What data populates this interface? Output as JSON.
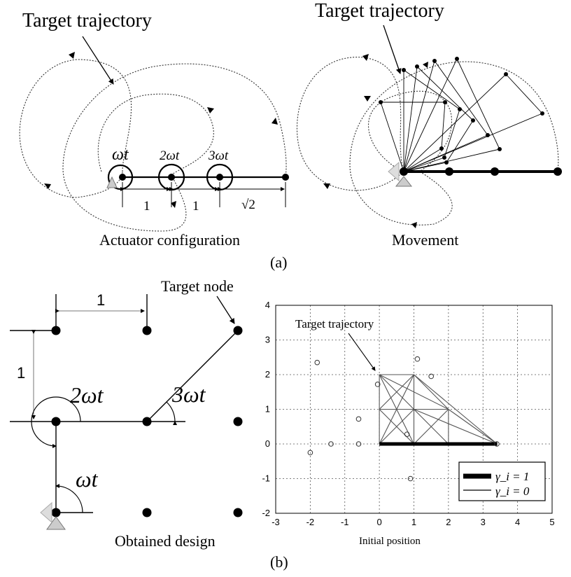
{
  "panel_a": {
    "left": {
      "title": "Target trajectory",
      "caption": "Actuator configuration",
      "phase_labels": [
        "ωt",
        "2ωt",
        "3ωt"
      ],
      "dimension_labels": [
        "1",
        "1",
        "√2"
      ]
    },
    "right": {
      "title": "Target trajectory",
      "caption": "Movement"
    },
    "label": "(a)"
  },
  "panel_b": {
    "design": {
      "target_node_label": "Target node",
      "dimension_labels": [
        "1",
        "1"
      ],
      "angle_labels": [
        "2ωt",
        "3ωt",
        "ωt"
      ],
      "caption": "Obtained design"
    },
    "label": "(b)"
  },
  "chart_data": {
    "type": "scatter",
    "title": "",
    "xlabel": "Initial position",
    "ylabel": "",
    "xlim": [
      -3,
      5
    ],
    "ylim": [
      -2,
      4
    ],
    "xticks": [
      "-3",
      "-2",
      "-1",
      "0",
      "1",
      "2",
      "3",
      "4",
      "5"
    ],
    "yticks": [
      "-2",
      "-1",
      "0",
      "1",
      "2",
      "3",
      "4"
    ],
    "grid": true,
    "annotation": "Target trajectory",
    "trajectory_points": [
      [
        -1.8,
        2.35
      ],
      [
        1.1,
        2.45
      ],
      [
        1.5,
        1.95
      ],
      [
        -0.05,
        1.72
      ],
      [
        -0.6,
        0.72
      ],
      [
        0.8,
        0.28
      ],
      [
        -1.4,
        0.0
      ],
      [
        -0.6,
        0.0
      ],
      [
        -2.0,
        -0.25
      ],
      [
        0.9,
        -1.0
      ],
      [
        3.4,
        0.0
      ]
    ],
    "nodes": [
      [
        0,
        0
      ],
      [
        1,
        0
      ],
      [
        2,
        0
      ],
      [
        3.41,
        0
      ],
      [
        0,
        1
      ],
      [
        1,
        1
      ],
      [
        2,
        1
      ],
      [
        0,
        2
      ],
      [
        1,
        2
      ]
    ],
    "thick_members": [
      [
        [
          0,
          0
        ],
        [
          3.41,
          0
        ]
      ]
    ],
    "thin_members": [
      [
        [
          0,
          0
        ],
        [
          0,
          2
        ]
      ],
      [
        [
          0,
          2
        ],
        [
          1,
          2
        ]
      ],
      [
        [
          1,
          0
        ],
        [
          1,
          2
        ]
      ],
      [
        [
          0,
          1
        ],
        [
          1,
          1
        ]
      ],
      [
        [
          0,
          0
        ],
        [
          1,
          1
        ]
      ],
      [
        [
          0,
          1
        ],
        [
          1,
          0
        ]
      ],
      [
        [
          0,
          1
        ],
        [
          1,
          2
        ]
      ],
      [
        [
          0,
          2
        ],
        [
          1,
          1
        ]
      ],
      [
        [
          0,
          2
        ],
        [
          1,
          0
        ]
      ],
      [
        [
          0,
          0
        ],
        [
          1,
          2
        ]
      ],
      [
        [
          1,
          0
        ],
        [
          2,
          1
        ]
      ],
      [
        [
          1,
          1
        ],
        [
          2,
          1
        ]
      ],
      [
        [
          1,
          1
        ],
        [
          2,
          0
        ]
      ],
      [
        [
          2,
          0
        ],
        [
          2,
          1
        ]
      ],
      [
        [
          1,
          1
        ],
        [
          3.41,
          0
        ]
      ],
      [
        [
          1,
          2
        ],
        [
          3.41,
          0
        ]
      ],
      [
        [
          1,
          2
        ],
        [
          2,
          1
        ]
      ],
      [
        [
          0,
          2
        ],
        [
          2,
          1
        ]
      ],
      [
        [
          2,
          1
        ],
        [
          3.41,
          0
        ]
      ],
      [
        [
          0,
          1
        ],
        [
          2,
          1
        ]
      ]
    ],
    "legend": {
      "placement": "bottom-right",
      "entries": [
        "γ_i = 1",
        "γ_i = 0"
      ]
    }
  }
}
